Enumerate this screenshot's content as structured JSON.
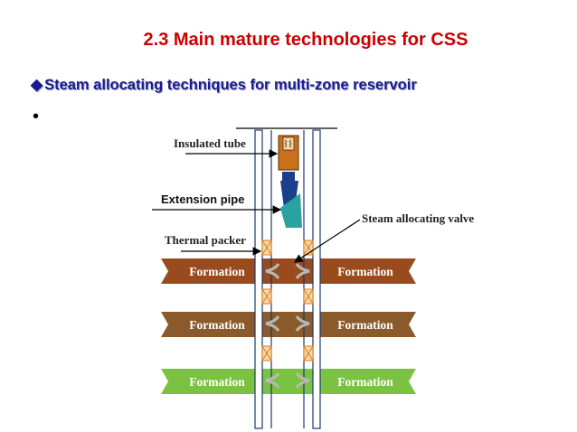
{
  "slide": {
    "title": "2.3 Main mature technologies for  CSS",
    "bullet_symbol": "◆",
    "bullet_text": "Steam allocating techniques for multi-zone reservoir",
    "empty_bullet": "•"
  },
  "diagram": {
    "labels": {
      "insulated_tube": "Insulated tube",
      "extension_pipe": "Extension pipe",
      "thermal_packer": "Thermal packer",
      "steam_valve": "Steam allocating valve"
    },
    "formations": [
      {
        "left": "Formation",
        "right": "Formation",
        "color": "#9a4b1e"
      },
      {
        "left": "Formation",
        "right": "Formation",
        "color": "#8b5a2b"
      },
      {
        "left": "Formation",
        "right": "Formation",
        "color": "#7cc242"
      }
    ],
    "colors": {
      "tube_outline": "#1a3b6e",
      "tool_orange": "#c8701e",
      "tool_blue": "#1c3f8c",
      "tool_teal": "#2aa3a0",
      "packer_orange": "#e07a1a"
    }
  }
}
